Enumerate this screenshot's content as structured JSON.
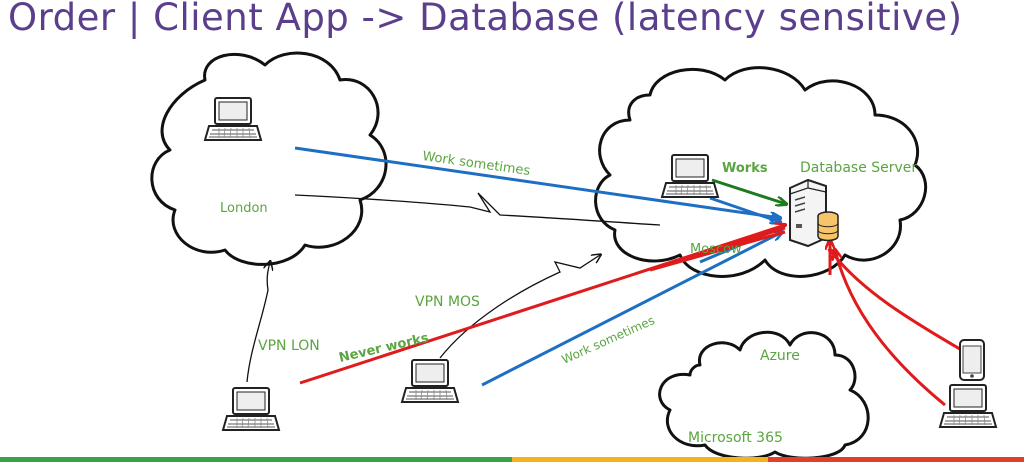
{
  "title": "Order | Client App -> Database (latency sensitive)",
  "labels": {
    "london": "London",
    "moscow": "Moscow",
    "database_server": "Database Server",
    "azure": "Azure",
    "microsoft365": "Microsoft 365",
    "work_sometimes_top": "Work sometimes",
    "works": "Works",
    "vpn_mos": "VPN MOS",
    "vpn_lon": "VPN LON",
    "never_works": "Never works",
    "work_sometimes_bottom": "Work sometimes"
  },
  "colors": {
    "title": "#5b3f8c",
    "label": "#5aa540",
    "blue": "#1e6fc4",
    "red": "#e01b1b",
    "green": "#1d7a1d",
    "black": "#111111"
  },
  "icons": [
    "laptop-icon",
    "server-icon",
    "database-icon",
    "phone-icon",
    "cloud-icon"
  ],
  "bottom_bar_colors": [
    "#3aa14a",
    "#3aa14a",
    "#f2b41a",
    "#e0402a"
  ]
}
